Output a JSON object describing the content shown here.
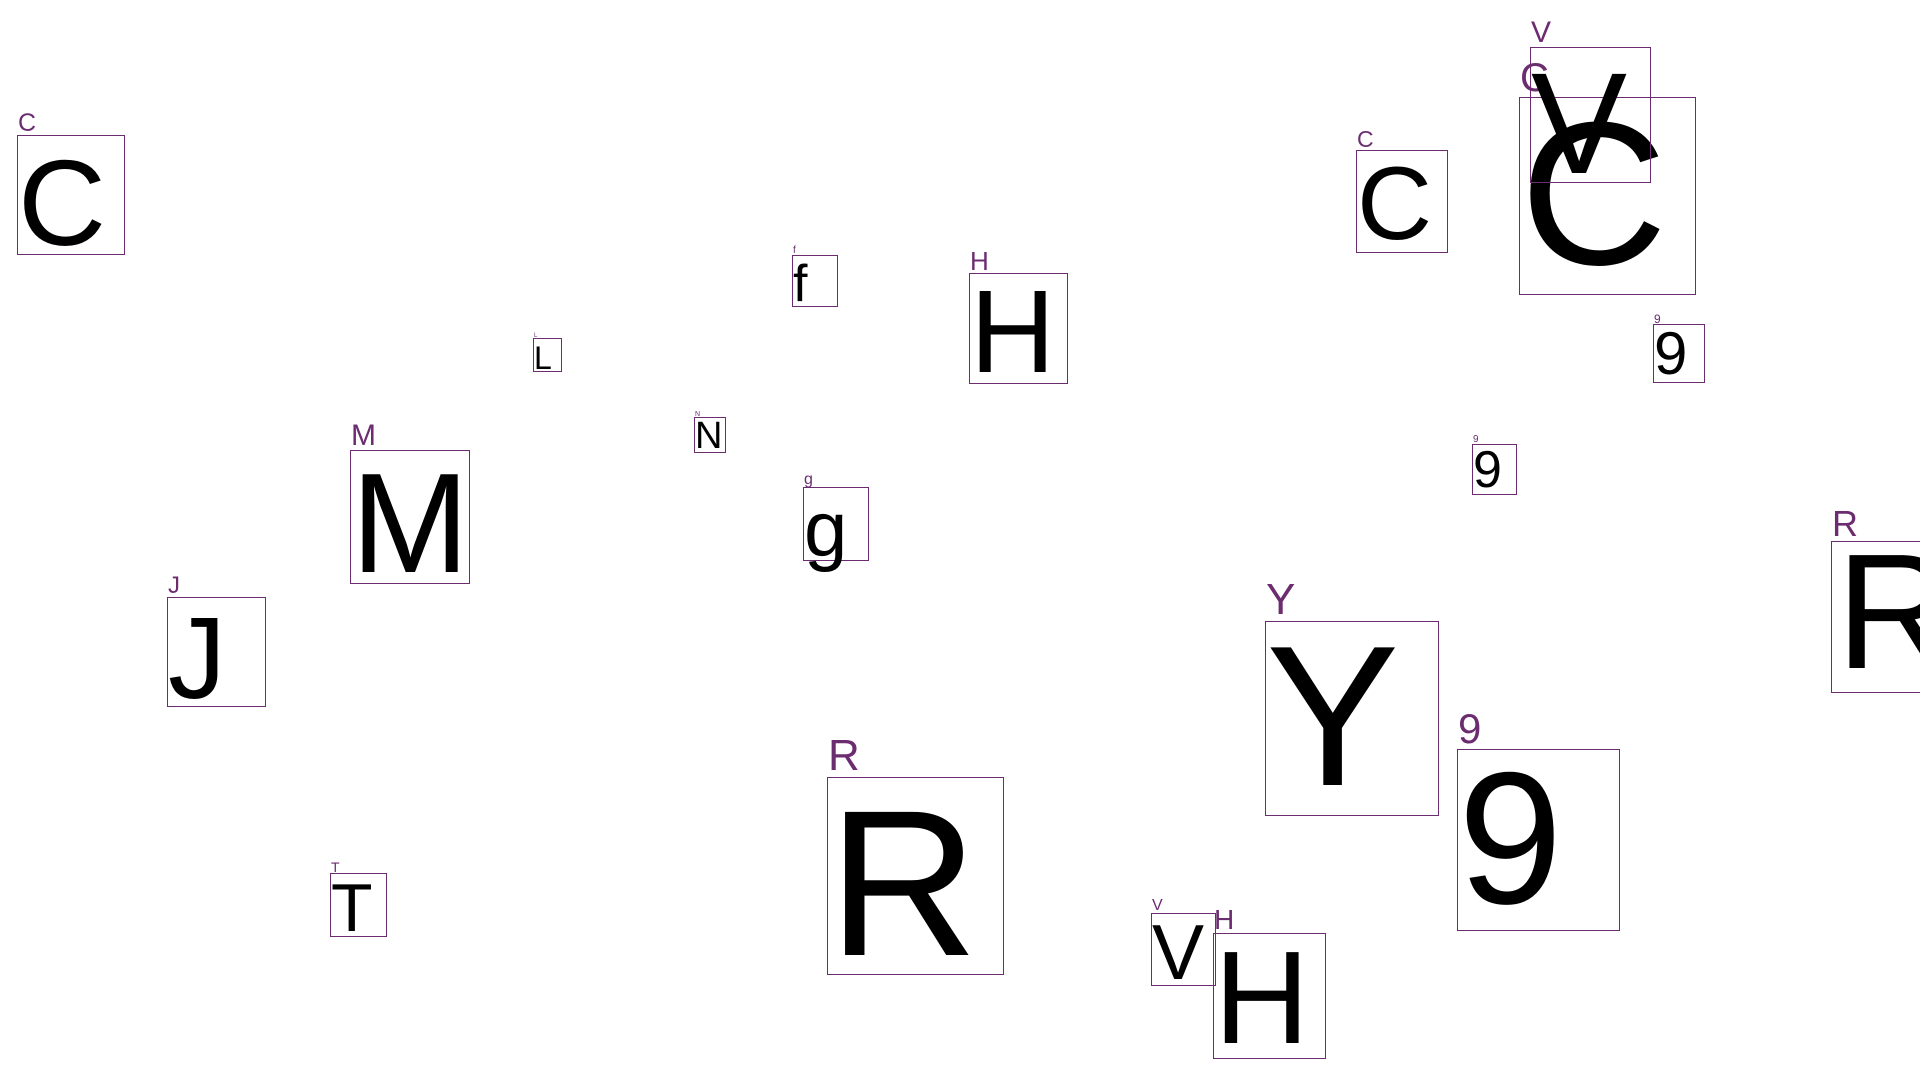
{
  "colors": {
    "box_border": "#6b2c70",
    "tag_text": "#6b2c70",
    "glyph_text": "#000000",
    "background": "#ffffff"
  },
  "glyphs": [
    {
      "char": "C",
      "tag": "C"
    },
    {
      "char": "L",
      "tag": "L"
    },
    {
      "char": "f",
      "tag": "f"
    },
    {
      "char": "H",
      "tag": "H"
    },
    {
      "char": "N",
      "tag": "N"
    },
    {
      "char": "M",
      "tag": "M"
    },
    {
      "char": "g",
      "tag": "g"
    },
    {
      "char": "J",
      "tag": "J"
    },
    {
      "char": "T",
      "tag": "T"
    },
    {
      "char": "R",
      "tag": "R"
    },
    {
      "char": "V",
      "tag": "V"
    },
    {
      "char": "H",
      "tag": "H"
    },
    {
      "char": "Y",
      "tag": "Y"
    },
    {
      "char": "9",
      "tag": "9"
    },
    {
      "char": "9",
      "tag": "9"
    },
    {
      "char": "C",
      "tag": "C"
    },
    {
      "char": "C",
      "tag": "C"
    },
    {
      "char": "V",
      "tag": "V"
    },
    {
      "char": "9",
      "tag": "9"
    },
    {
      "char": "R",
      "tag": "R"
    }
  ]
}
